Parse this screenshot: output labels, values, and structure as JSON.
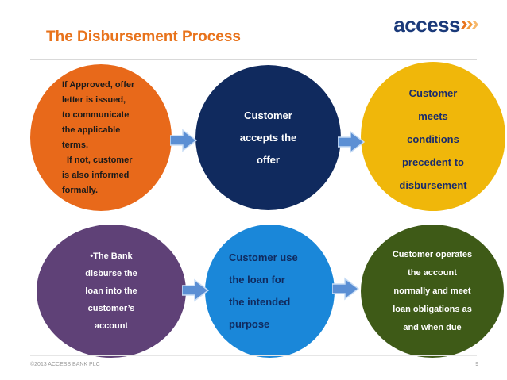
{
  "slide": {
    "title": "The Disbursement Process",
    "footer_left": "©2013 ACCESS BANK PLC",
    "page_number": "9"
  },
  "logo": {
    "text": "access",
    "chevron_colors": [
      "#e8731c",
      "#f29a3b",
      "#f7b86b"
    ]
  },
  "steps": [
    {
      "lines": [
        "If Approved, offer",
        "letter is issued,",
        "to communicate",
        "the applicable",
        "terms.",
        "If not, customer",
        "is also informed",
        "formally."
      ],
      "color": "#e8691a"
    },
    {
      "lines": [
        "Customer",
        "accepts the",
        "offer"
      ],
      "color": "#102a5e"
    },
    {
      "lines": [
        "Customer",
        "meets",
        "conditions",
        "precedent to",
        "disbursement"
      ],
      "color": "#f0b70a"
    },
    {
      "lines": [
        "•The Bank",
        "disburse the",
        "loan into the",
        "customer’s",
        "account"
      ],
      "color": "#5f4177"
    },
    {
      "lines": [
        "Customer use",
        "the loan for",
        "the intended",
        "purpose"
      ],
      "color": "#1a87d9"
    },
    {
      "lines": [
        "Customer operates",
        "the account",
        "normally and meet",
        "loan obligations as",
        "and when due"
      ],
      "color": "#3e5a17"
    }
  ],
  "arrow_color": "#5b8fd4"
}
